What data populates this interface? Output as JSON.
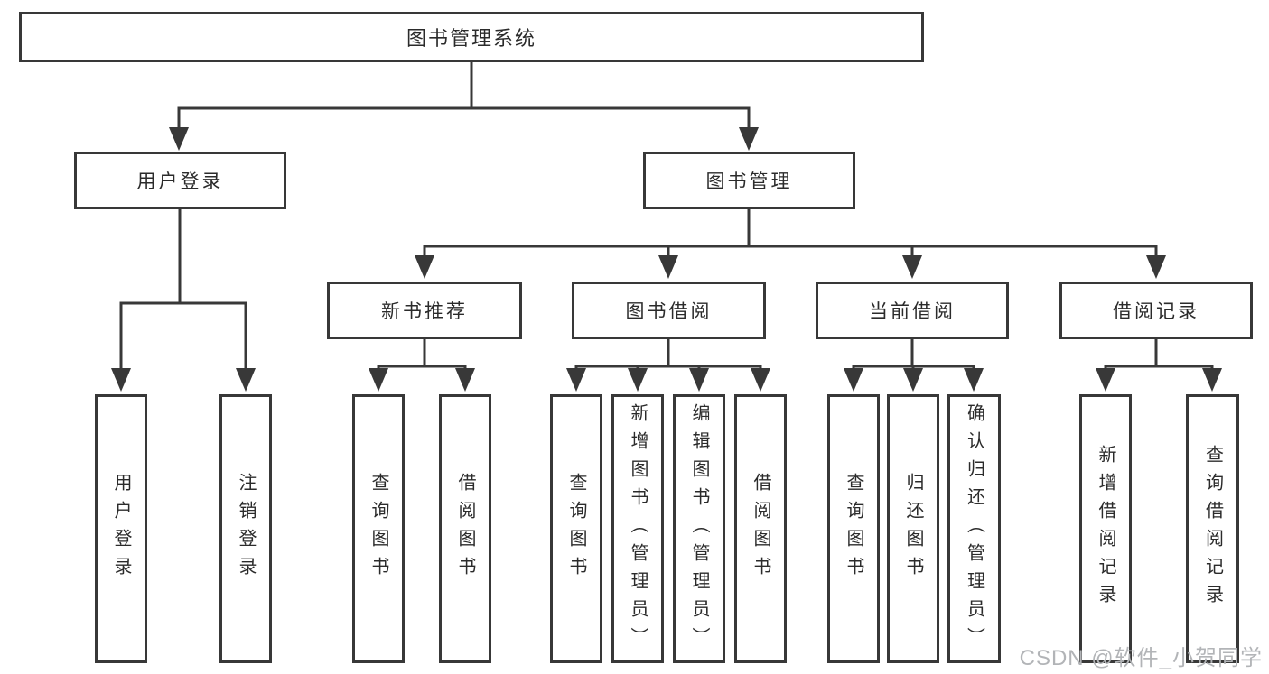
{
  "tree": {
    "root": {
      "label": "图书管理系统"
    },
    "branches": [
      {
        "label": "用户登录",
        "children": [
          {
            "label": "用户登录"
          },
          {
            "label": "注销登录"
          }
        ]
      },
      {
        "label": "图书管理",
        "children": [
          {
            "label": "新书推荐",
            "children": [
              {
                "label": "查询图书"
              },
              {
                "label": "借阅图书"
              }
            ]
          },
          {
            "label": "图书借阅",
            "children": [
              {
                "label": "查询图书"
              },
              {
                "label": "新增图书（管理员）"
              },
              {
                "label": "编辑图书（管理员）"
              },
              {
                "label": "借阅图书"
              }
            ]
          },
          {
            "label": "当前借阅",
            "children": [
              {
                "label": "查询图书"
              },
              {
                "label": "归还图书"
              },
              {
                "label": "确认归还（管理员）"
              }
            ]
          },
          {
            "label": "借阅记录",
            "children": [
              {
                "label": "新增借阅记录"
              },
              {
                "label": "查询借阅记录"
              }
            ]
          }
        ]
      }
    ]
  },
  "watermark": {
    "text": "CSDN @软件_小贺同学"
  },
  "colors": {
    "line": "#383838",
    "text": "#2b2b2b",
    "watermark": "#b2b4b7",
    "background": "#ffffff"
  }
}
